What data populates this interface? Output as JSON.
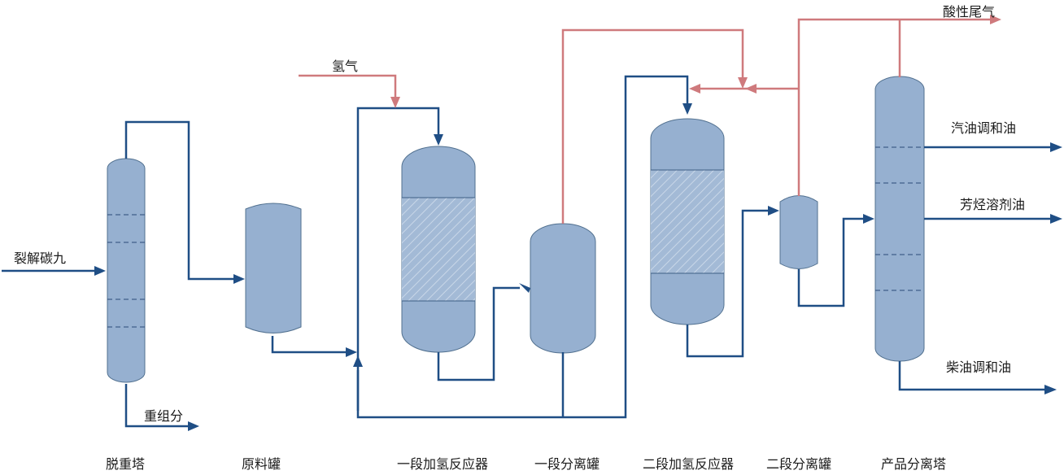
{
  "colors": {
    "process_line": "#1f4e85",
    "hydrogen_line": "#cf7a7d",
    "vessel_fill": "#96b0d0",
    "vessel_stroke": "#51708f",
    "tray": "#2b4a78"
  },
  "streams": {
    "feed": "裂解碳九",
    "heavy": "重组分",
    "hydrogen": "氢气",
    "acid_gas": "酸性尾气",
    "gasoline": "汽油调和油",
    "aromatic": "芳烃溶剂油",
    "diesel": "柴油调和油"
  },
  "equipment": {
    "deheavy_tower": "脱重塔",
    "feed_tank": "原料罐",
    "reactor1": "一段加氢反应器",
    "separator1": "一段分离罐",
    "reactor2": "二段加氢反应器",
    "separator2": "二段分离罐",
    "product_tower": "产品分离塔"
  }
}
